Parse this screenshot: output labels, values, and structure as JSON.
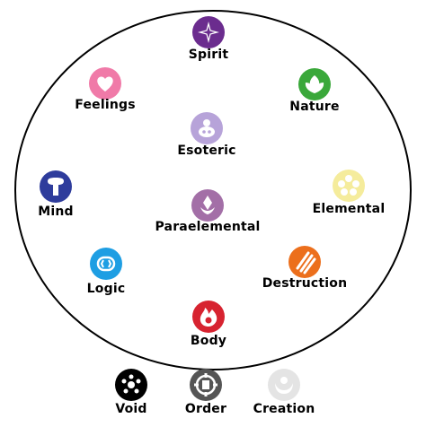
{
  "domains": [
    {
      "id": "spirit",
      "label": "Spirit",
      "color": "#6b2c8e",
      "icon": "starburst-icon"
    },
    {
      "id": "nature",
      "label": "Nature",
      "color": "#3aa83a",
      "icon": "leaves-icon"
    },
    {
      "id": "feelings",
      "label": "Feelings",
      "color": "#f07aa8",
      "icon": "heart-icon"
    },
    {
      "id": "esoteric",
      "label": "Esoteric",
      "color": "#b7a3d9",
      "icon": "eye-orb-icon"
    },
    {
      "id": "mind",
      "label": "Mind",
      "color": "#2e3c9c",
      "icon": "mind-t-icon"
    },
    {
      "id": "elemental",
      "label": "Elemental",
      "color": "#f5ec9c",
      "icon": "flower-burst-icon"
    },
    {
      "id": "paraelemental",
      "label": "Paraelemental",
      "color": "#a36fa7",
      "icon": "crystal-icon"
    },
    {
      "id": "logic",
      "label": "Logic",
      "color": "#1e9ee3",
      "icon": "brackets-icon"
    },
    {
      "id": "destruction",
      "label": "Destruction",
      "color": "#ec6f1c",
      "icon": "claw-marks-icon"
    },
    {
      "id": "body",
      "label": "Body",
      "color": "#d72330",
      "icon": "flame-swirl-icon"
    }
  ],
  "outer": [
    {
      "id": "void",
      "label": "Void",
      "color": "#000000",
      "icon": "void-burst-icon"
    },
    {
      "id": "order",
      "label": "Order",
      "color": "#555555",
      "icon": "order-gear-icon"
    },
    {
      "id": "creation",
      "label": "Creation",
      "color": "#e4e4e4",
      "icon": "creation-hands-icon"
    }
  ]
}
